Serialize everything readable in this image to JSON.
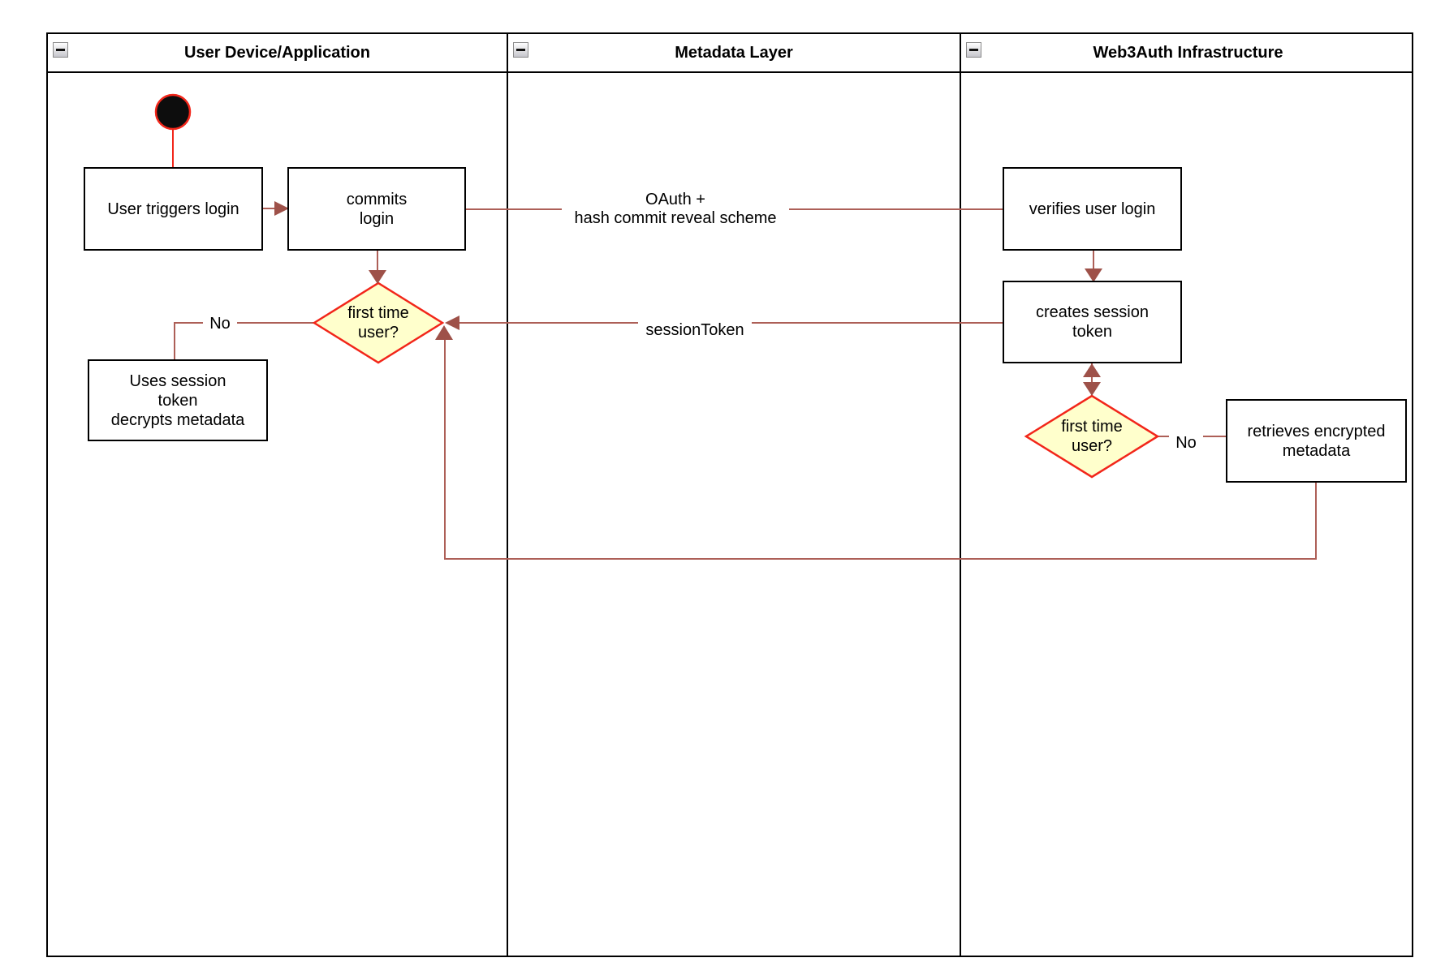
{
  "lanes": [
    {
      "title": "User Device/Application"
    },
    {
      "title": "Metadata Layer"
    },
    {
      "title": "Web3Auth Infrastructure"
    }
  ],
  "nodes": {
    "user_triggers": {
      "lines": [
        "User triggers login"
      ]
    },
    "commits": {
      "lines": [
        "commits",
        "login"
      ]
    },
    "decision_user": {
      "lines": [
        "first time",
        "user?"
      ]
    },
    "uses_session": {
      "lines": [
        "Uses session",
        "token",
        "decrypts metadata"
      ]
    },
    "verifies": {
      "lines": [
        "verifies user login"
      ]
    },
    "creates": {
      "lines": [
        "creates session",
        "token"
      ]
    },
    "decision_infra": {
      "lines": [
        "first time",
        "user?"
      ]
    },
    "retrieves": {
      "lines": [
        "retrieves encrypted",
        "metadata"
      ]
    }
  },
  "edge_labels": {
    "oauth": {
      "lines": [
        "OAuth +",
        "hash commit reveal scheme"
      ]
    },
    "session_token": "sessionToken",
    "no_user": "No",
    "no_infra": "No"
  },
  "colors": {
    "accent-red": "#f2261a",
    "edge": "#ad5f57",
    "arrow": "#9e5149",
    "diamond-fill": "#ffffcc",
    "diamond-stroke": "#f2261a",
    "start-fill": "#0d0d0d"
  }
}
